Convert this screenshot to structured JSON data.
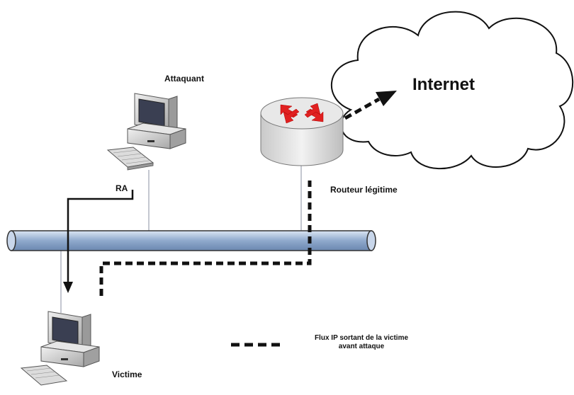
{
  "labels": {
    "attacker": "Attaquant",
    "internet": "Internet",
    "router": "Routeur légitime",
    "ra": "RA",
    "victim": "Victime"
  },
  "legend": {
    "line1": "Flux IP sortant de la victime",
    "line2": "avant attaque"
  },
  "icons": {
    "cloud": "cloud-icon",
    "router": "router-icon",
    "attacker_pc": "desktop-computer-icon",
    "victim_pc": "desktop-computer-icon",
    "bus": "network-bus"
  },
  "colors": {
    "bus_fill": "#9fb7d8",
    "router_arrows": "#e02020",
    "dashed": "#111111"
  }
}
